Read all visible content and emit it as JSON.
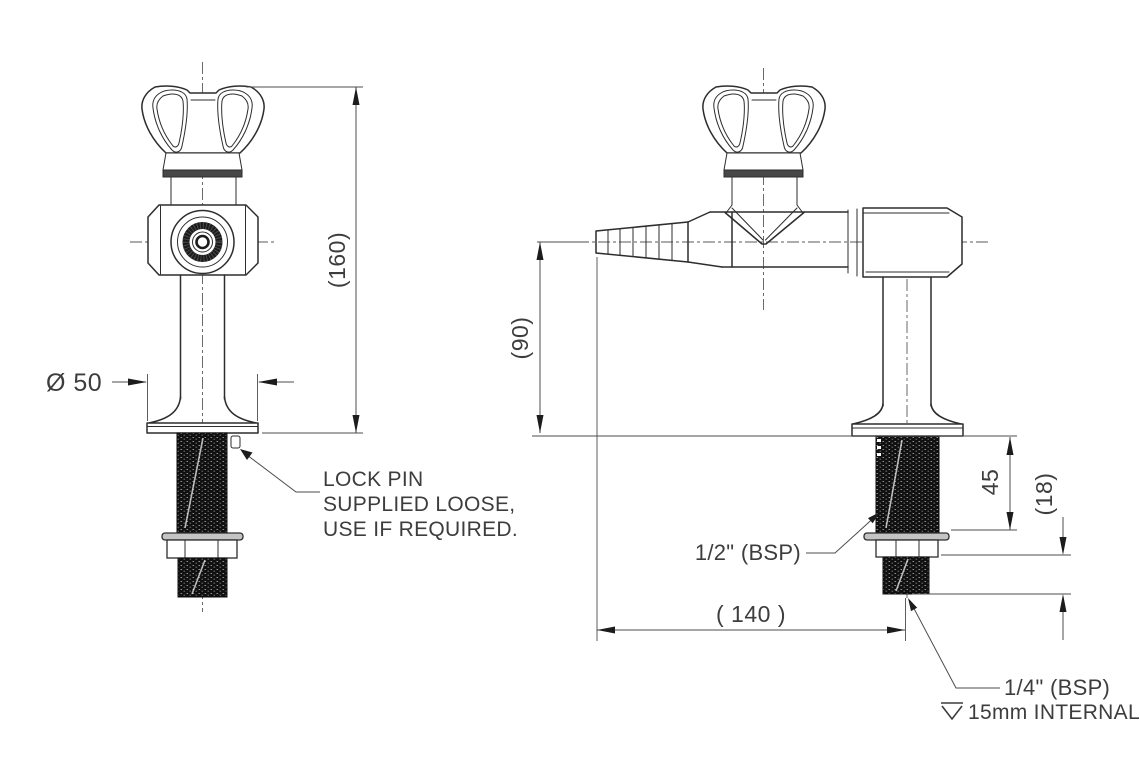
{
  "drawing": {
    "type": "engineering-drawing",
    "subject": "laboratory gas tap, front and side views",
    "background": "#ffffff",
    "line_color": "#2d2d2d",
    "dimension_color": "#4d4d4d",
    "text_color": "#3d3d3d",
    "thread_color": "#101010"
  },
  "dimensions": {
    "overall_height": "(160)",
    "flange_diameter": "Ø 50",
    "spout_centre_height": "(90)",
    "counter_thickness": "45",
    "inlet_thread_length": "(18)",
    "reach": "( 140 )"
  },
  "labels": {
    "lock_pin_line1": "LOCK PIN",
    "lock_pin_line2": "SUPPLIED LOOSE,",
    "lock_pin_line3": "USE IF REQUIRED.",
    "shank_thread": "1/2\" (BSP)",
    "inlet_thread": "1/4\" (BSP)",
    "inlet_depth": "15mm INTERNAL"
  }
}
